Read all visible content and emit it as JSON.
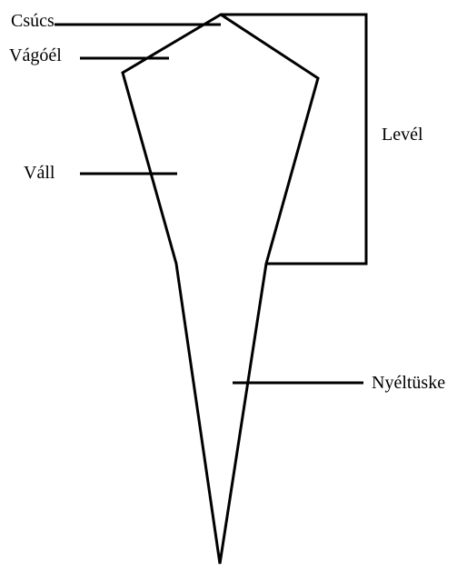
{
  "diagram": {
    "labels": {
      "tip": "Csúcs",
      "cutting_edge": "Vágóél",
      "shoulder": "Váll",
      "blade": "Levél",
      "tang": "Nyéltüske"
    }
  },
  "colors": {
    "line": "#000000",
    "background": "#ffffff",
    "text": "#000000"
  }
}
